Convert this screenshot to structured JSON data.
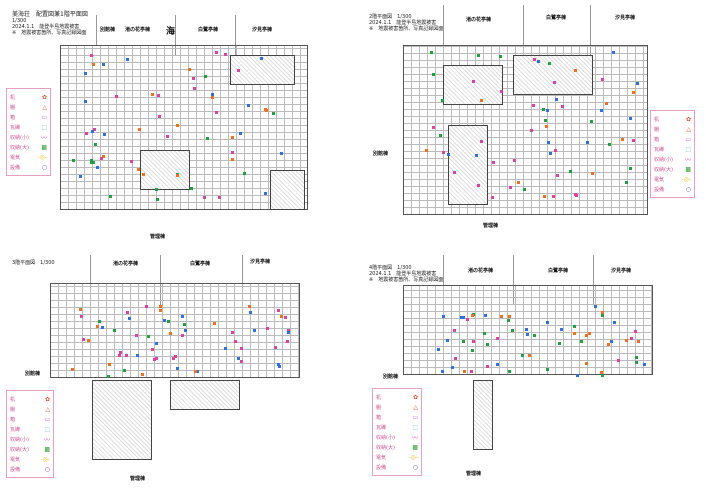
{
  "sheets": [
    {
      "title": "美海荘　配置図兼1階平面図",
      "scale": "1/300",
      "note1": "2024.1.1　能登半島地震被害",
      "note2": "※　地震被害箇所、写真記録図面",
      "wings": [
        "別館棟",
        "渚の花亭棟",
        "白鷺亭棟",
        "汐見亭棟"
      ],
      "sea": "海",
      "bottom": "管理棟"
    },
    {
      "title": "2階平面図　1/300",
      "scale": "",
      "note1": "2024.1.1　能登半島地震被害",
      "note2": "※　地震被害箇所、写真記録図面",
      "wings": [
        "渚の花亭棟",
        "白鷺亭棟",
        "汐見亭棟"
      ],
      "left": "別館棟",
      "bottom": "管理棟"
    },
    {
      "title": "3階平面図　1/300",
      "scale": "",
      "wings": [
        "渚の花亭棟",
        "白鷺亭棟",
        "汐見亭棟"
      ],
      "left": "別館棟",
      "bottom": "管理棟"
    },
    {
      "title": "4階平面図　1/300",
      "scale": "",
      "note1": "2024.1.1　能登半島地震被害",
      "note2": "※　地震被害箇所、写真記録図面",
      "wings": [
        "渚の花亭棟",
        "白鷺亭棟",
        "汐見亭棟"
      ],
      "left": "別館棟",
      "bottom": "管理棟"
    }
  ],
  "legend": [
    {
      "label": "机",
      "symbol": "✿",
      "color": "#e05030"
    },
    {
      "label": "棚",
      "symbol": "△",
      "color": "#e05030"
    },
    {
      "label": "箱",
      "symbol": "▭",
      "color": "#c060e0"
    },
    {
      "label": "瓦礫",
      "symbol": "⬚",
      "color": "#30a0e0"
    },
    {
      "label": "収納(小)",
      "symbol": "〰",
      "color": "#d040c0"
    },
    {
      "label": "収納(大)",
      "symbol": "▩",
      "color": "#30a030"
    },
    {
      "label": "電気",
      "symbol": "-◎-",
      "color": "#e0c020"
    },
    {
      "label": "設備",
      "symbol": "○",
      "color": "#7040c0"
    }
  ],
  "colors": {
    "pink": "#e040a0",
    "blue": "#3070e0",
    "green": "#20a040",
    "orange": "#f07020"
  }
}
